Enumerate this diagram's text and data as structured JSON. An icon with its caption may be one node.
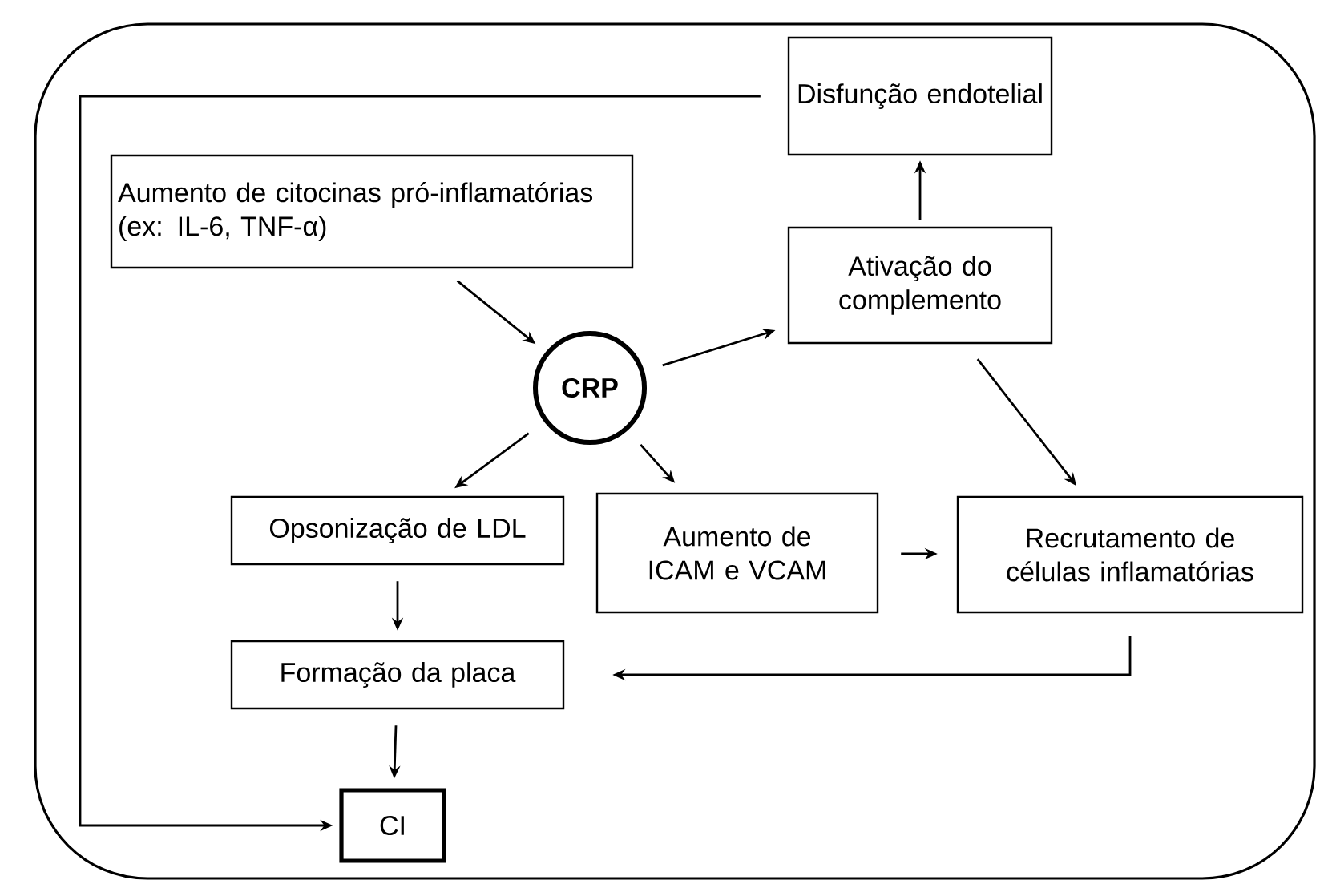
{
  "diagram": {
    "nodes": [
      {
        "text": [
          "Aumento de citocinas pró-inflamatórias (ex: IL-6, TNF-α)"
        ]
      },
      {
        "text": [
          "CRP"
        ]
      },
      {
        "text": [
          "Disfunção endotelial"
        ]
      },
      {
        "text": [
          "Ativação do complemento"
        ]
      },
      {
        "text": [
          "Opsonização de LDL"
        ]
      },
      {
        "text": [
          "Aumento de ICAM e VCAM"
        ]
      },
      {
        "text": [
          "Recrutamento de células inflamatórias"
        ]
      },
      {
        "text": [
          "Formação da placa"
        ]
      },
      {
        "text": [
          "CI"
        ]
      }
    ],
    "edges": [
      {
        "from": 0,
        "to": 1,
        "arrow": "to"
      },
      {
        "from": 1,
        "to": 3,
        "arrow": "to"
      },
      {
        "from": 3,
        "to": 2,
        "arrow": "to"
      },
      {
        "from": 3,
        "to": 6,
        "arrow": "to"
      },
      {
        "from": 1,
        "to": 4,
        "arrow": "to"
      },
      {
        "from": 1,
        "to": 5,
        "arrow": "to"
      },
      {
        "from": 5,
        "to": 6,
        "arrow": "to"
      },
      {
        "from": 6,
        "to": 7,
        "arrow": "to"
      },
      {
        "from": 4,
        "to": 7,
        "arrow": "to"
      },
      {
        "from": 7,
        "to": 8,
        "arrow": "to"
      },
      {
        "from": 2,
        "to": 8,
        "arrow": "to"
      }
    ]
  }
}
